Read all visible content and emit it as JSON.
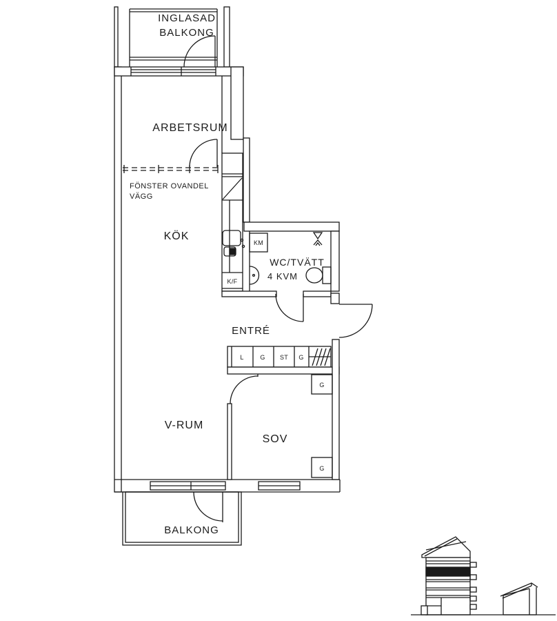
{
  "plan": {
    "glazed_balcony": {
      "line1": "INGLASAD",
      "line2": "BALKONG"
    },
    "workroom": "ARBETSRUM",
    "window_note": {
      "line1": "FÖNSTER OVANDEL",
      "line2": "VÄGG"
    },
    "kitchen": "KÖK",
    "washer": "KM",
    "wc": {
      "name": "WC/TVÄTT",
      "area": "4 KVM"
    },
    "fridge_freezer": "K/F",
    "entry": "ENTRÉ",
    "closets": [
      "L",
      "G",
      "ST",
      "G"
    ],
    "wardrobe_upper": "G",
    "living_room": "V-RUM",
    "bedroom": "SOV",
    "wardrobe_lower": "G",
    "balcony": "BALKONG"
  }
}
